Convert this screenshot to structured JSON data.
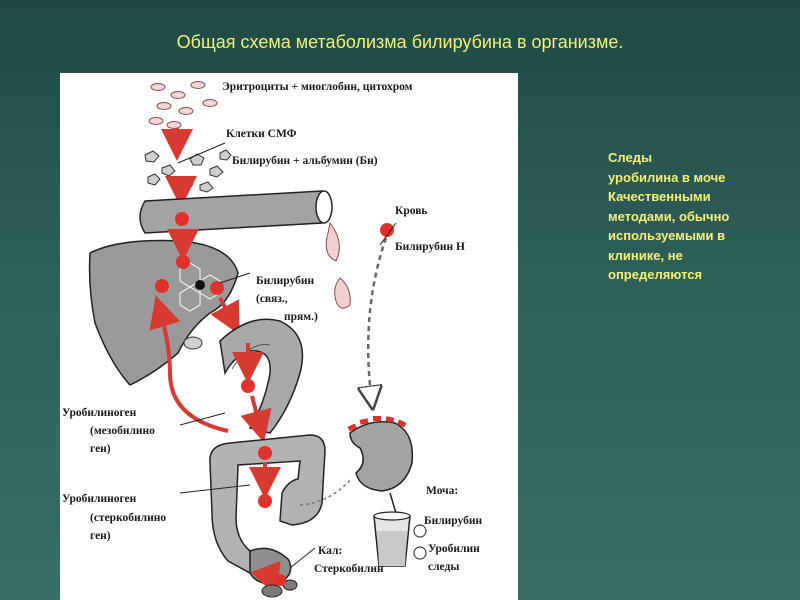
{
  "title": "Общая схема метаболизма билирубина в организме.",
  "diagram": {
    "labels": {
      "erythrocytes": "Эритроциты + миоглобин, цитохром",
      "mps_cells": "Клетки СМФ",
      "bilirubin_albumin": "Билирубин + альбумин (Бн)",
      "blood": "Кровь",
      "bilirubin_n": "Билирубин Н",
      "bilirubin_conj_1": "Билирубин",
      "bilirubin_conj_2": "(связ.,",
      "bilirubin_conj_3": "прям.)",
      "urobilinogen_meso_1": "Уробилиноген",
      "urobilinogen_meso_2": "(мезобилино",
      "urobilinogen_meso_3": "ген)",
      "urobilinogen_sterco_1": "Уробилиноген",
      "urobilinogen_sterco_2": "(стеркобилино",
      "urobilinogen_sterco_3": "ген)",
      "urine": "Моча:",
      "urine_bilirubin": "Билирубин",
      "urine_urobilin_1": "Уробилин",
      "urine_urobilin_2": "следы",
      "feces_1": "Кал:",
      "feces_2": "Стеркобилин"
    },
    "colors": {
      "marker_red": "#e0322b",
      "arrow_red": "#d63a30",
      "organ_grey": "#9a9a9a",
      "outline": "#222222"
    }
  },
  "side_note": {
    "lines": [
      "Следы",
      "уробилина в моче",
      "Качественными",
      "методами, обычно",
      "используемыми в",
      "клинике, не",
      "определяются"
    ]
  }
}
